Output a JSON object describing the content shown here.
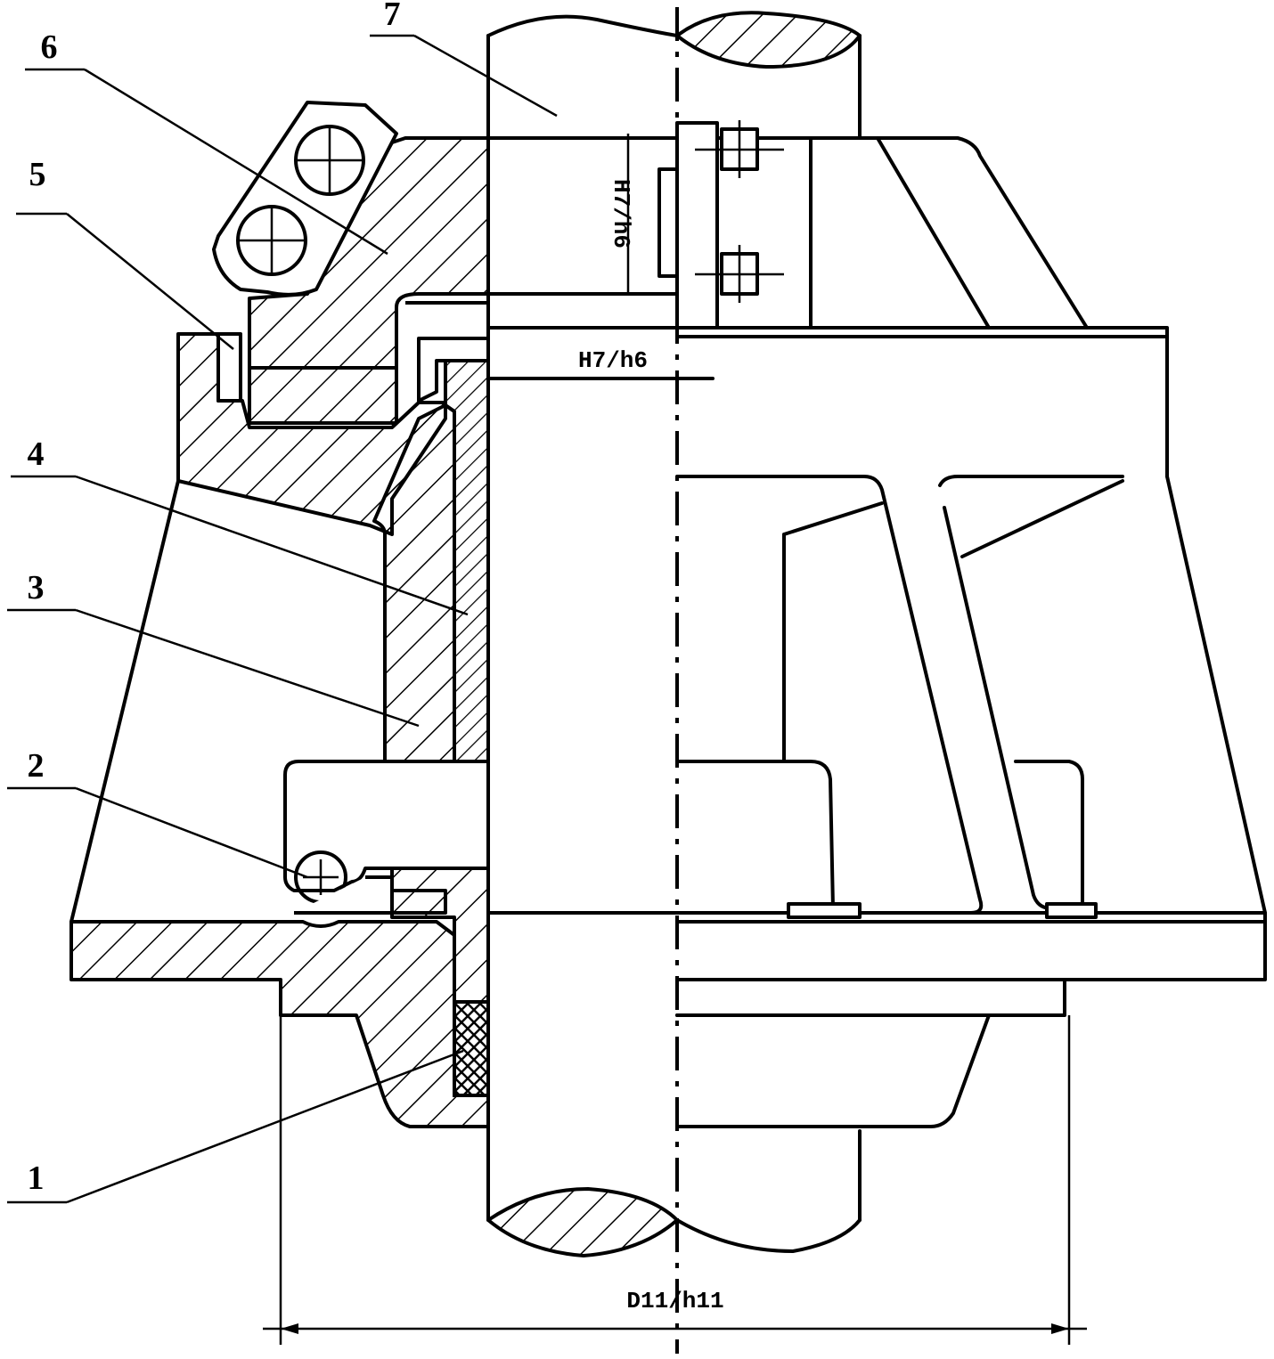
{
  "part_labels": [
    {
      "id": "1",
      "text": "1"
    },
    {
      "id": "2",
      "text": "2"
    },
    {
      "id": "3",
      "text": "3"
    },
    {
      "id": "4",
      "text": "4"
    },
    {
      "id": "5",
      "text": "5"
    },
    {
      "id": "6",
      "text": "6"
    },
    {
      "id": "7",
      "text": "7"
    }
  ],
  "fits": {
    "upper_vertical": "H7/h6",
    "upper_horizontal": "H7/h6",
    "bottom_dimension": "D11/h11"
  },
  "colors": {
    "line": "#000000",
    "background": "#ffffff"
  }
}
